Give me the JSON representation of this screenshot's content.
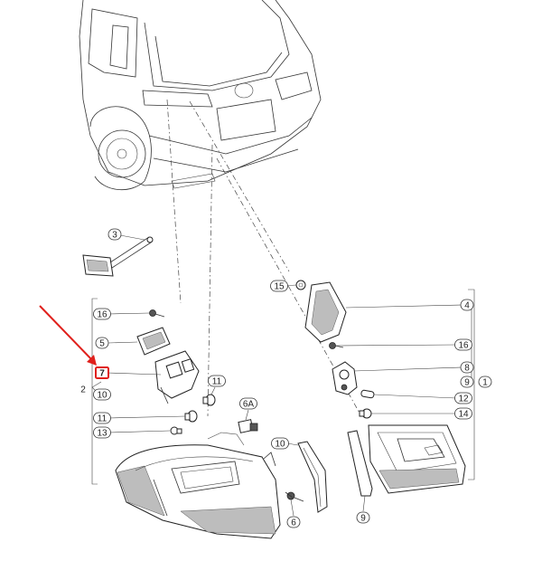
{
  "callouts": [
    {
      "id": "c3",
      "text": "3"
    },
    {
      "id": "c15",
      "text": "15"
    },
    {
      "id": "c16a",
      "text": "16"
    },
    {
      "id": "c4",
      "text": "4"
    },
    {
      "id": "c5",
      "text": "5"
    },
    {
      "id": "c16b",
      "text": "16"
    },
    {
      "id": "c7",
      "text": "7"
    },
    {
      "id": "c2",
      "text": "2"
    },
    {
      "id": "c10a",
      "text": "10"
    },
    {
      "id": "c11a",
      "text": "11"
    },
    {
      "id": "c8",
      "text": "8"
    },
    {
      "id": "c9a",
      "text": "9"
    },
    {
      "id": "c1",
      "text": "1"
    },
    {
      "id": "c12",
      "text": "12"
    },
    {
      "id": "c6A",
      "text": "6A"
    },
    {
      "id": "c11b",
      "text": "11"
    },
    {
      "id": "c14",
      "text": "14"
    },
    {
      "id": "c13",
      "text": "13"
    },
    {
      "id": "c10b",
      "text": "10"
    },
    {
      "id": "c6",
      "text": "6"
    },
    {
      "id": "c9b",
      "text": "9"
    }
  ],
  "colors": {
    "highlight": "#e0201c",
    "arrow": "#e0201c",
    "line": "#333333"
  }
}
